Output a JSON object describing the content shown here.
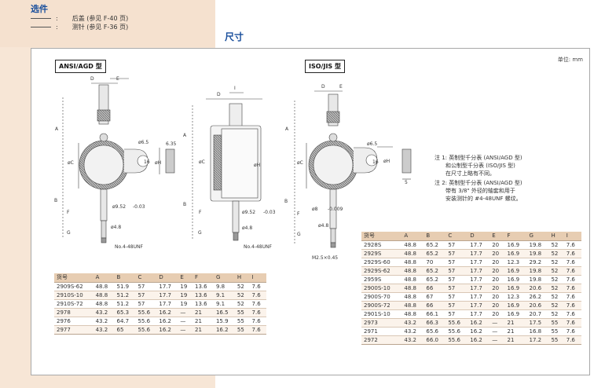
{
  "options": {
    "title": "选件",
    "items": [
      {
        "label": "后盖 (参见 F-40 页)"
      },
      {
        "label": "测针 (参见 F-36 页)"
      }
    ]
  },
  "section_title": "尺寸",
  "unit_label": "单位: mm",
  "ansi_badge": "ANSI/AGD 型",
  "iso_badge": "ISO/JIS 型",
  "drawing_labels": {
    "D": "D",
    "E": "E",
    "A": "A",
    "B": "B",
    "C": "C",
    "F": "F",
    "G": "G",
    "H": "H",
    "I": "I",
    "phiC": "øC",
    "phiH": "øH",
    "phi65": "ø6.5",
    "d16": "16",
    "d635": "6.35",
    "d5": "5",
    "stem": "ø9.52",
    "stem_tol": "-0.03",
    "stem8": "ø8",
    "stem8_tol": "-0.009",
    "tip": "ø4.8",
    "thread_ansi": "No.4-48UNF",
    "thread_iso": "M2.5×0.45"
  },
  "notes": [
    {
      "lines": [
        "注 1: 英制型千分表 (ANSI/AGD 型)",
        "和公制型千分表 (ISO/JIS 型)",
        "在尺寸上略有不同。"
      ]
    },
    {
      "lines": [
        "注 2: 英制型千分表 (ANSI/AGD 型)",
        "带有 3/8\" 外径的轴套和用于",
        "安装测针的 #4-48UNF 螺纹。"
      ]
    }
  ],
  "table_headers": [
    "货号",
    "A",
    "B",
    "C",
    "D",
    "E",
    "F",
    "G",
    "H",
    "I"
  ],
  "ansi_table": [
    [
      "2909S-62",
      "48.8",
      "51.9",
      "57",
      "17.7",
      "19",
      "13.6",
      "9.8",
      "52",
      "7.6"
    ],
    [
      "2910S-10",
      "48.8",
      "51.2",
      "57",
      "17.7",
      "19",
      "13.6",
      "9.1",
      "52",
      "7.6"
    ],
    [
      "2910S-72",
      "48.8",
      "51.2",
      "57",
      "17.7",
      "19",
      "13.6",
      "9.1",
      "52",
      "7.6"
    ],
    [
      "2978",
      "43.2",
      "65.3",
      "55.6",
      "16.2",
      "—",
      "21",
      "16.5",
      "55",
      "7.6"
    ],
    [
      "2976",
      "43.2",
      "64.7",
      "55.6",
      "16.2",
      "—",
      "21",
      "15.9",
      "55",
      "7.6"
    ],
    [
      "2977",
      "43.2",
      "65",
      "55.6",
      "16.2",
      "—",
      "21",
      "16.2",
      "55",
      "7.6"
    ]
  ],
  "iso_table": [
    [
      "2928S",
      "48.8",
      "65.2",
      "57",
      "17.7",
      "20",
      "16.9",
      "19.8",
      "52",
      "7.6"
    ],
    [
      "2929S",
      "48.8",
      "65.2",
      "57",
      "17.7",
      "20",
      "16.9",
      "19.8",
      "52",
      "7.6"
    ],
    [
      "2929S-60",
      "48.8",
      "70",
      "57",
      "17.7",
      "20",
      "12.3",
      "29.2",
      "52",
      "7.6"
    ],
    [
      "2929S-62",
      "48.8",
      "65.2",
      "57",
      "17.7",
      "20",
      "16.9",
      "19.8",
      "52",
      "7.6"
    ],
    [
      "2959S",
      "48.8",
      "65.2",
      "57",
      "17.7",
      "20",
      "16.9",
      "19.8",
      "52",
      "7.6"
    ],
    [
      "2900S-10",
      "48.8",
      "66",
      "57",
      "17.7",
      "20",
      "16.9",
      "20.6",
      "52",
      "7.6"
    ],
    [
      "2900S-70",
      "48.8",
      "67",
      "57",
      "17.7",
      "20",
      "12.3",
      "26.2",
      "52",
      "7.6"
    ],
    [
      "2900S-72",
      "48.8",
      "66",
      "57",
      "17.7",
      "20",
      "16.9",
      "20.6",
      "52",
      "7.6"
    ],
    [
      "2901S-10",
      "48.8",
      "66.1",
      "57",
      "17.7",
      "20",
      "16.9",
      "20.7",
      "52",
      "7.6"
    ],
    [
      "2973",
      "43.2",
      "66.3",
      "55.6",
      "16.2",
      "—",
      "21",
      "17.5",
      "55",
      "7.6"
    ],
    [
      "2971",
      "43.2",
      "65.6",
      "55.6",
      "16.2",
      "—",
      "21",
      "16.8",
      "55",
      "7.6"
    ],
    [
      "2972",
      "43.2",
      "66.0",
      "55.6",
      "16.2",
      "—",
      "21",
      "17.2",
      "55",
      "7.6"
    ]
  ]
}
